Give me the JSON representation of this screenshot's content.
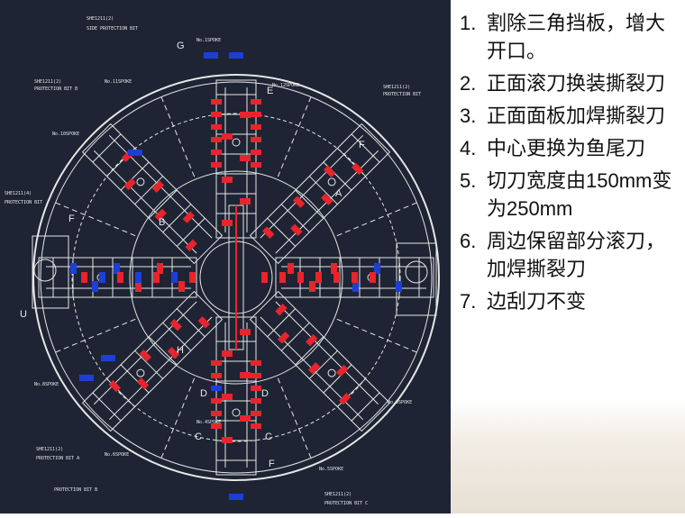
{
  "drawing": {
    "background": "#1e2433",
    "line_color": "#e6e6e6",
    "cutter_red": "#e8242c",
    "cutter_blue": "#1c3fd8",
    "labels": [
      {
        "id": "tl",
        "title": "SHE1211(2)",
        "sub": "SIDE PROTECTION BIT"
      },
      {
        "id": "l1",
        "title": "SHE1211(2)",
        "sub": "PROTECTION BIT B"
      },
      {
        "id": "r1",
        "title": "SHE1211(2)",
        "sub": "PROTECTION BIT"
      },
      {
        "id": "l2",
        "title": "SHE1211(4)",
        "sub": "PROTECTION BIT"
      },
      {
        "id": "bl",
        "title": "SHE1211(2)",
        "sub": "PROTECTION BIT A"
      },
      {
        "id": "bl2",
        "title": "",
        "sub": "PROTECTION BIT B"
      },
      {
        "id": "br",
        "title": "SHE1211(2)",
        "sub": "PROTECTION BIT C"
      }
    ],
    "spoke_labels": [
      "No.1SPOKE",
      "No.12SPOKE",
      "No.11SPOKE",
      "No.10SPOKE",
      "No.8SPOKE",
      "No.9SPOKE",
      "No.6SPOKE",
      "No.5SPOKE",
      "No.4SPOKE"
    ],
    "letters": [
      "G",
      "E",
      "F",
      "F",
      "B",
      "U",
      "H",
      "C",
      "C",
      "D",
      "D",
      "F",
      "A"
    ]
  },
  "steps": [
    {
      "num": "1.",
      "text": "割除三角挡板，增大开口。"
    },
    {
      "num": "2.",
      "text": "正面滚刀换装撕裂刀"
    },
    {
      "num": "3.",
      "text": "正面面板加焊撕裂刀"
    },
    {
      "num": "4.",
      "text": "中心更换为鱼尾刀"
    },
    {
      "num": "5.",
      "text": "切刀宽度由150mm变为250mm"
    },
    {
      "num": "6.",
      "text": "周边保留部分滚刀，加焊撕裂刀"
    },
    {
      "num": "7.",
      "text": "边刮刀不变"
    }
  ]
}
